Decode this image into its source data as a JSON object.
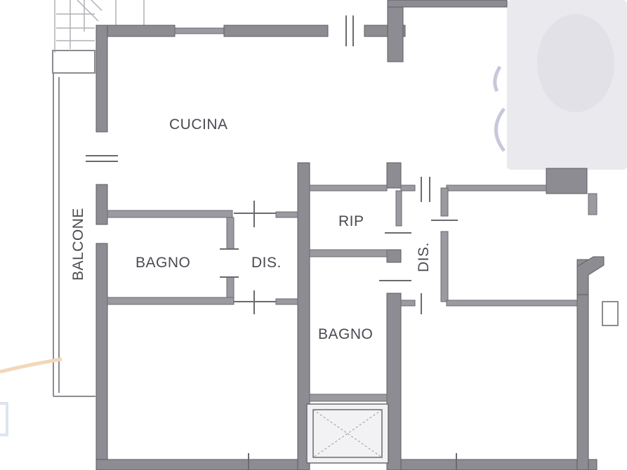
{
  "rooms": {
    "cucina": "CUCINA",
    "balcone": "BALCONE",
    "bagno_left": "BAGNO",
    "dis_left": "DIS.",
    "rip": "RIP",
    "dis_right": "DIS.",
    "bagno_center": "BAGNO"
  },
  "colors": {
    "wall": "#8c8c92",
    "label": "#4a4a52",
    "background": "#ffffff",
    "obscured_area": "#e9e9ee"
  }
}
